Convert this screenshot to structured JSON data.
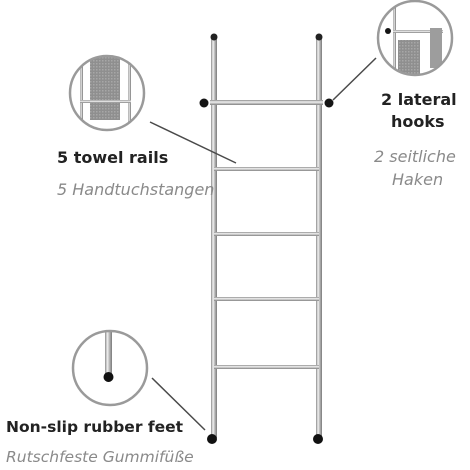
{
  "labels": {
    "towel_rails_en": "5 towel rails",
    "towel_rails_de": "5 Handtuchstangen",
    "hooks_en_line1": "2 lateral",
    "hooks_en_line2": "hooks",
    "hooks_de_line1": "2 seitliche",
    "hooks_de_line2": "Haken",
    "feet_en": "Non-slip rubber feet",
    "feet_de": "Rutschfeste Gummifüße"
  },
  "colors": {
    "label_primary": "#222222",
    "label_secondary": "#8a8a8a",
    "chrome": "#c8c8c8",
    "rubber": "#111111"
  },
  "product": {
    "rail_count": 5,
    "hook_count": 2
  }
}
